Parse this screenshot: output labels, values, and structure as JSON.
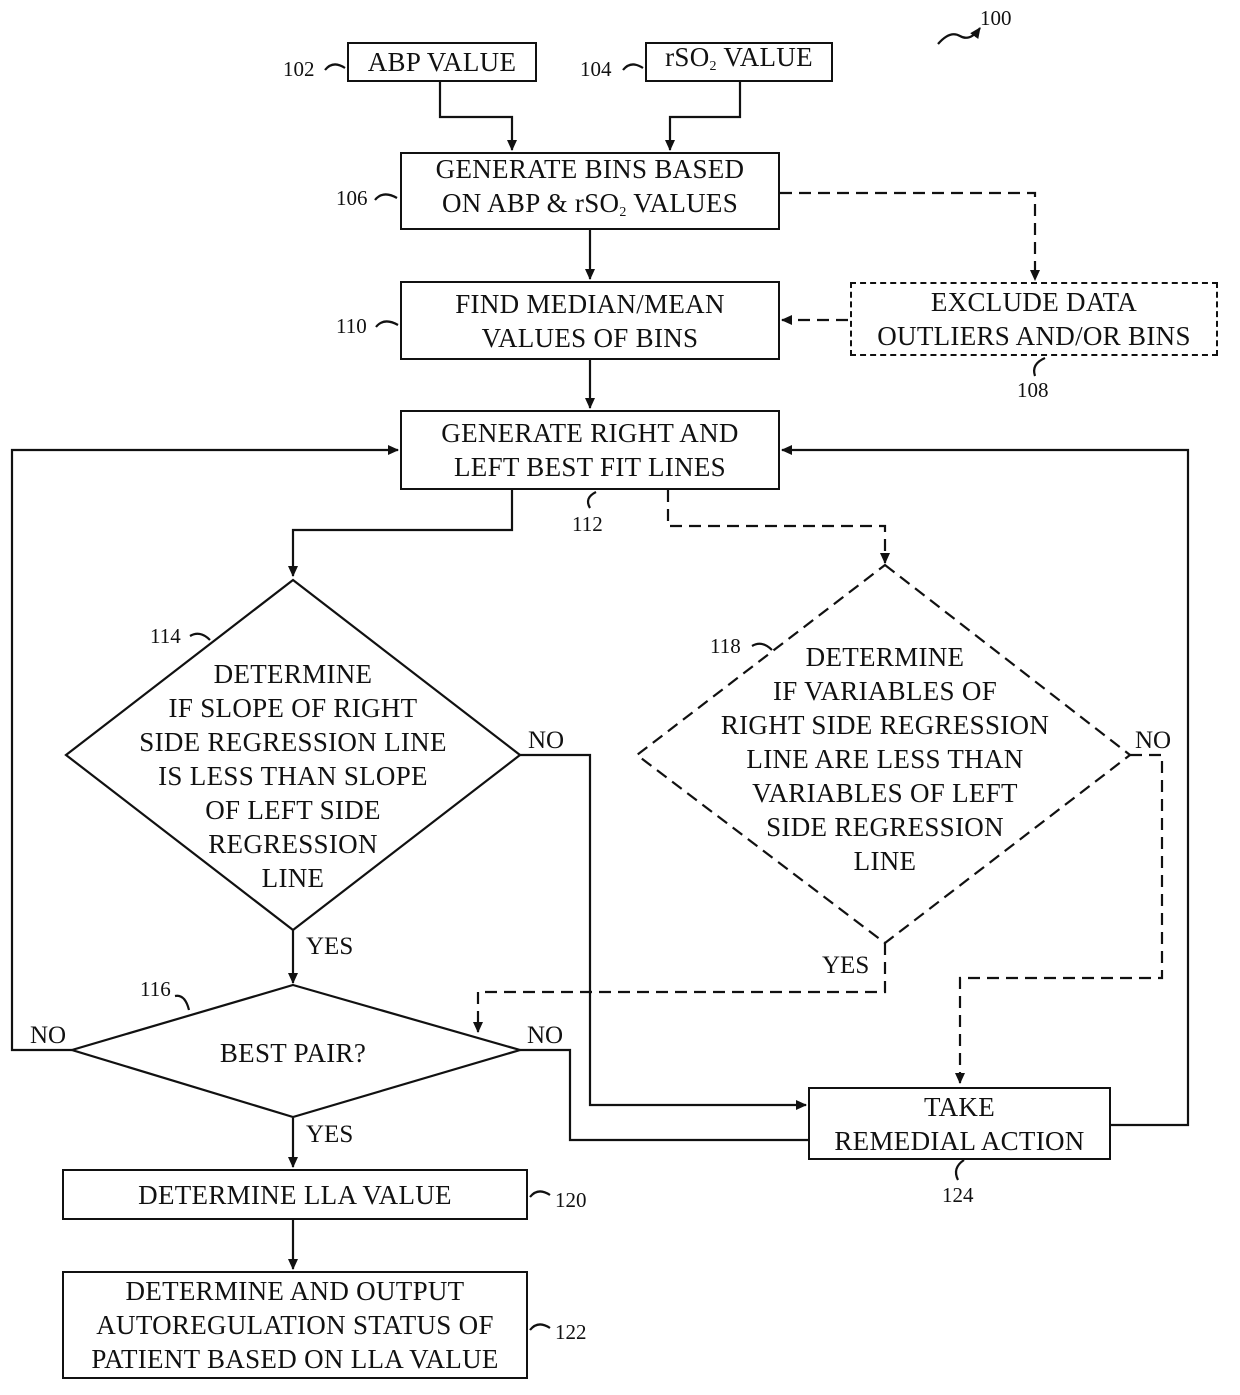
{
  "figure_ref": "100",
  "nodes": {
    "abp": {
      "ref": "102",
      "text": "ABP VALUE"
    },
    "rso2": {
      "ref": "104",
      "text_prefix": "rSO",
      "text_sub": "2",
      "text_suffix": " VALUE"
    },
    "bins": {
      "ref": "106",
      "line1": "GENERATE BINS BASED",
      "line2_prefix": "ON ABP & rSO",
      "line2_sub": "2",
      "line2_suffix": " VALUES"
    },
    "exclude": {
      "ref": "108",
      "line1": "EXCLUDE DATA",
      "line2": "OUTLIERS AND/OR BINS"
    },
    "median": {
      "ref": "110",
      "line1": "FIND MEDIAN/MEAN",
      "line2": "VALUES OF BINS"
    },
    "fit": {
      "ref": "112",
      "line1": "GENERATE RIGHT AND",
      "line2": "LEFT BEST FIT LINES"
    },
    "slope": {
      "ref": "114",
      "lines": [
        "DETERMINE",
        "IF SLOPE OF RIGHT",
        "SIDE REGRESSION LINE",
        "IS LESS THAN SLOPE",
        "OF LEFT SIDE",
        "REGRESSION",
        "LINE"
      ]
    },
    "variables": {
      "ref": "118",
      "lines": [
        "DETERMINE",
        "IF VARIABLES OF",
        "RIGHT SIDE REGRESSION",
        "LINE ARE LESS THAN",
        "VARIABLES OF LEFT",
        "SIDE REGRESSION",
        "LINE"
      ]
    },
    "pair": {
      "ref": "116",
      "text": "BEST PAIR?"
    },
    "lla": {
      "ref": "120",
      "text": "DETERMINE LLA VALUE"
    },
    "status": {
      "ref": "122",
      "lines": [
        "DETERMINE AND OUTPUT",
        "AUTOREGULATION STATUS OF",
        "PATIENT BASED ON LLA VALUE"
      ]
    },
    "remedial": {
      "ref": "124",
      "line1": "TAKE",
      "line2": "REMEDIAL ACTION"
    }
  },
  "edge_labels": {
    "slope_no": "NO",
    "slope_yes": "YES",
    "variables_no": "NO",
    "variables_yes": "YES",
    "pair_no_left": "NO",
    "pair_no_right": "NO",
    "pair_yes": "YES"
  }
}
